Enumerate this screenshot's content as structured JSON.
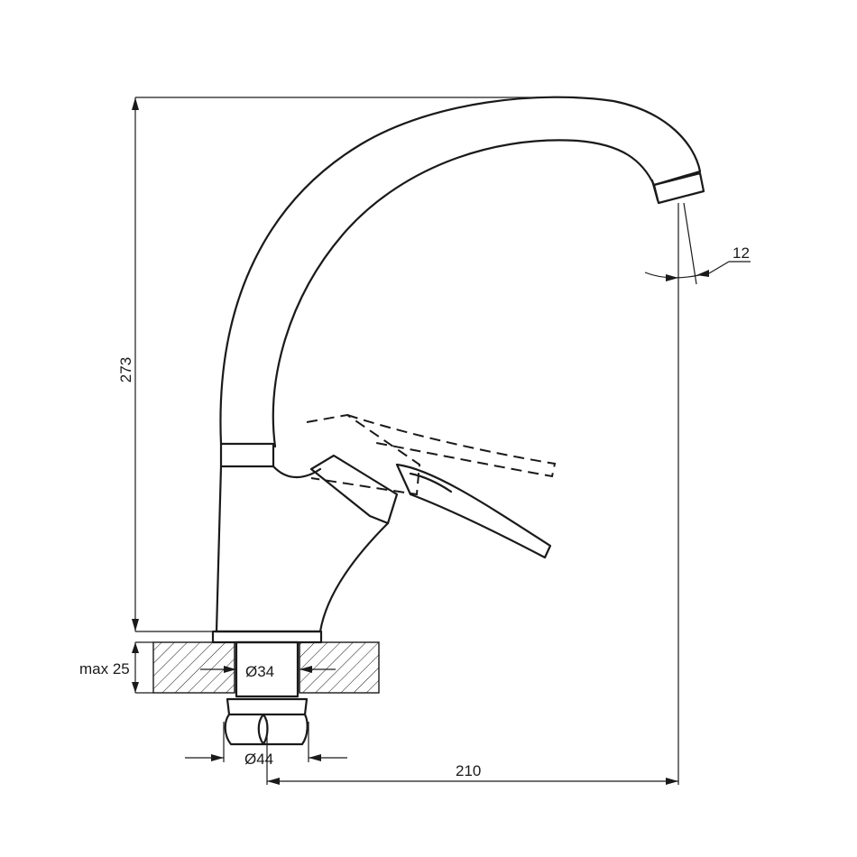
{
  "dimensions": {
    "height": "273",
    "reach": "210",
    "angle": "12",
    "max_thickness": "max 25",
    "hole_diameter": "Ø34",
    "nut_diameter": "Ø44"
  },
  "colors": {
    "line": "#1a1a1a",
    "background": "#ffffff"
  }
}
